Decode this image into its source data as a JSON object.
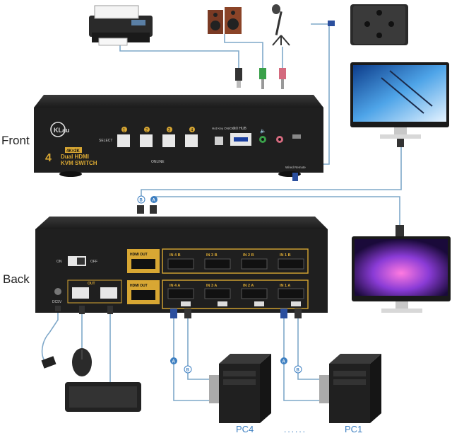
{
  "labels": {
    "front": "Front",
    "back": "Back",
    "pc_left": "PC4",
    "pc_right": "PC1",
    "dots": "......"
  },
  "device_front": {
    "brand": "KLau",
    "badge_4k": "4K×2K",
    "title_line1": "Dual HDMI",
    "title_line2": "KVM SWITCH",
    "port_count": "4",
    "select": "SELECT",
    "online": "ONLINE",
    "buttons": [
      "1",
      "2",
      "3",
      "4"
    ],
    "hotkey": "Hot Key ON/OFF",
    "usb_hub": "2.0 HUB",
    "wired_remote": "Wired Remote"
  },
  "device_back": {
    "on": "ON",
    "off": "OFF",
    "dc": "DC5V",
    "out": "OUT",
    "hdmi_out_top": "HDMI OUT",
    "hdmi_out_bottom": "HDMI OUT",
    "top_inputs": [
      "IN 4 B",
      "IN 3 B",
      "IN 2 B",
      "IN 1 B"
    ],
    "bottom_inputs": [
      "IN 4 A",
      "IN 3 A",
      "IN 2 A",
      "IN 1 A"
    ]
  },
  "cable_tags": {
    "a": "A",
    "b": "B"
  },
  "colors": {
    "device": "#1f1f1f",
    "gold": "#d8a733",
    "cable": "#7fa8c9",
    "blue_plug": "#2b4f9e",
    "pc_label": "#3d7fc1"
  }
}
